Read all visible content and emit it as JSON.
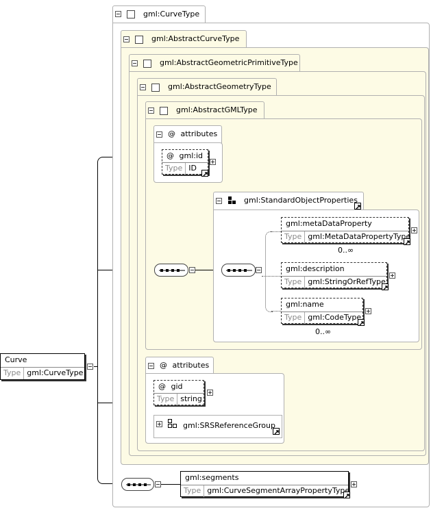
{
  "root": {
    "name": "Curve",
    "type_key": "Type",
    "type_value": "gml:CurveType"
  },
  "complex_types": {
    "curve_type": "gml:CurveType",
    "abstract_curve_type": "gml:AbstractCurveType",
    "abstract_geometric_primitive_type": "gml:AbstractGeometricPrimitiveType",
    "abstract_geometry_type": "gml:AbstractGeometryType",
    "abstract_gml_type": "gml:AbstractGMLType"
  },
  "inner_attributes": {
    "label": "attributes",
    "at": "@",
    "gml_id": {
      "name": "gml:id",
      "type_key": "Type",
      "type_value": "ID"
    }
  },
  "standard_object_properties": {
    "label": "gml:StandardObjectProperties",
    "elements": [
      {
        "name": "gml:metaDataProperty",
        "type_key": "Type",
        "type_value": "gml:MetaDataPropertyType",
        "occurs": "0..∞"
      },
      {
        "name": "gml:description",
        "type_key": "Type",
        "type_value": "gml:StringOrRefType",
        "occurs": ""
      },
      {
        "name": "gml:name",
        "type_key": "Type",
        "type_value": "gml:CodeType",
        "occurs": "0..∞"
      }
    ]
  },
  "outer_attributes": {
    "label": "attributes",
    "at": "@",
    "gid": {
      "name": "gid",
      "type_key": "Type",
      "type_value": "string"
    },
    "group": {
      "name": "gml:SRSReferenceGroup"
    }
  },
  "segments": {
    "name": "gml:segments",
    "type_key": "Type",
    "type_value": "gml:CurveSegmentArrayPropertyType"
  }
}
